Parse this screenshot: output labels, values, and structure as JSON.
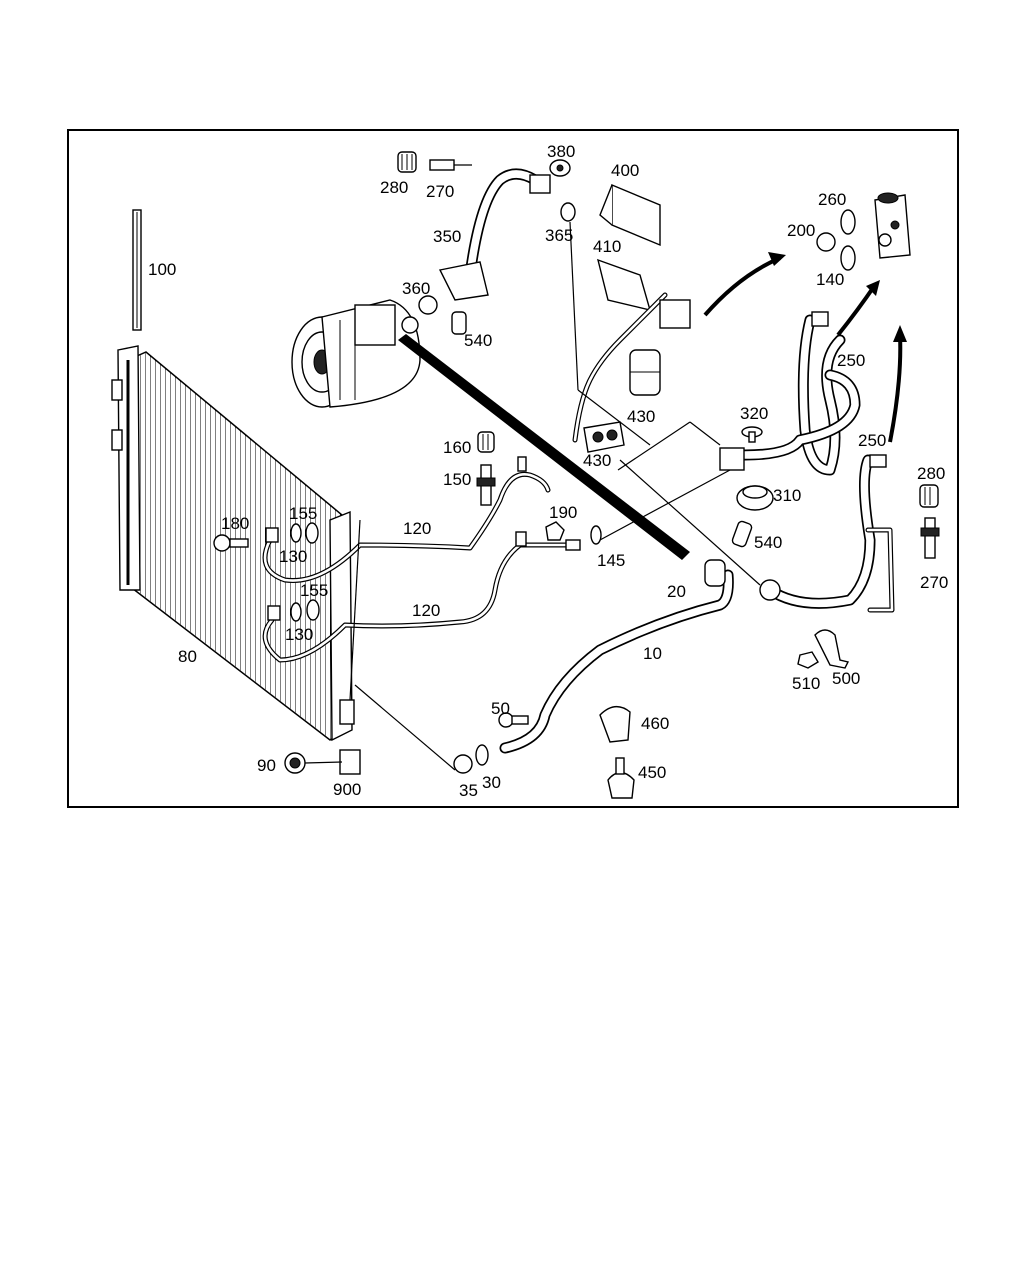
{
  "callouts": [
    {
      "id": "c380",
      "text": "380"
    },
    {
      "id": "c400",
      "text": "400"
    },
    {
      "id": "c280a",
      "text": "280"
    },
    {
      "id": "c270a",
      "text": "270"
    },
    {
      "id": "c350",
      "text": "350"
    },
    {
      "id": "c365",
      "text": "365"
    },
    {
      "id": "c410",
      "text": "410"
    },
    {
      "id": "c260",
      "text": "260"
    },
    {
      "id": "c200",
      "text": "200"
    },
    {
      "id": "c140",
      "text": "140"
    },
    {
      "id": "c100",
      "text": "100"
    },
    {
      "id": "c360",
      "text": "360"
    },
    {
      "id": "c540a",
      "text": "540"
    },
    {
      "id": "c250a",
      "text": "250"
    },
    {
      "id": "c430a",
      "text": "430"
    },
    {
      "id": "c320",
      "text": "320"
    },
    {
      "id": "c160",
      "text": "160"
    },
    {
      "id": "c430b",
      "text": "430"
    },
    {
      "id": "c250b",
      "text": "250"
    },
    {
      "id": "c280b",
      "text": "280"
    },
    {
      "id": "c150",
      "text": "150"
    },
    {
      "id": "c310",
      "text": "310"
    },
    {
      "id": "c180",
      "text": "180"
    },
    {
      "id": "c155a",
      "text": "155"
    },
    {
      "id": "c190",
      "text": "190"
    },
    {
      "id": "c120a",
      "text": "120"
    },
    {
      "id": "c130a",
      "text": "130"
    },
    {
      "id": "c540b",
      "text": "540"
    },
    {
      "id": "c145",
      "text": "145"
    },
    {
      "id": "c270b",
      "text": "270"
    },
    {
      "id": "c155b",
      "text": "155"
    },
    {
      "id": "c20",
      "text": "20"
    },
    {
      "id": "c120b",
      "text": "120"
    },
    {
      "id": "c130b",
      "text": "130"
    },
    {
      "id": "c80",
      "text": "80"
    },
    {
      "id": "c10",
      "text": "10"
    },
    {
      "id": "c510",
      "text": "510"
    },
    {
      "id": "c500",
      "text": "500"
    },
    {
      "id": "c50",
      "text": "50"
    },
    {
      "id": "c460",
      "text": "460"
    },
    {
      "id": "c90",
      "text": "90"
    },
    {
      "id": "c450",
      "text": "450"
    },
    {
      "id": "c900",
      "text": "900"
    },
    {
      "id": "c35",
      "text": "35"
    },
    {
      "id": "c30",
      "text": "30"
    }
  ]
}
